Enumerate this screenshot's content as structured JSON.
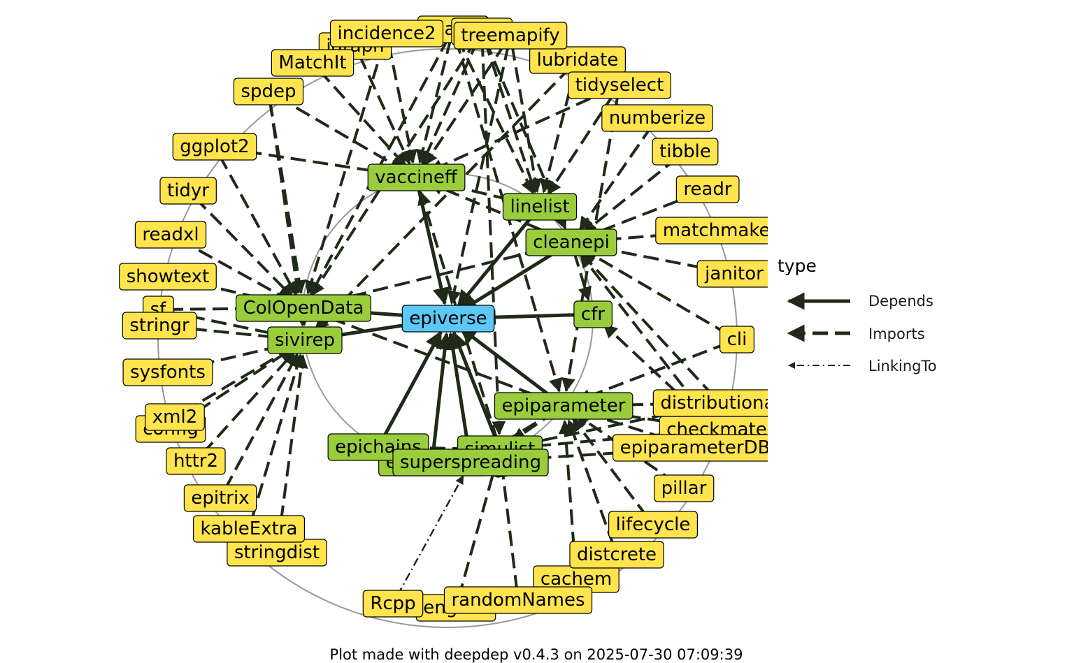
{
  "caption": "Plot made with deepdep v0.4.3 on 2025-07-30 07:09:39",
  "colors": {
    "root": "#5bc8f5",
    "level1": "#9acd3c",
    "level2": "#ffe44d",
    "edge": "#1f2a18",
    "ring": "#999999"
  },
  "legend": {
    "title": "type",
    "items": [
      {
        "label": "Depends",
        "style": "solid"
      },
      {
        "label": "Imports",
        "style": "dashed"
      },
      {
        "label": "LinkingTo",
        "style": "dotdash"
      }
    ]
  },
  "nodes": [
    {
      "id": "epiverse",
      "label": "epiverse",
      "level": "root"
    },
    {
      "id": "vaccineff",
      "label": "vaccineff",
      "level": "level1"
    },
    {
      "id": "linelist",
      "label": "linelist",
      "level": "level1"
    },
    {
      "id": "cleanepi",
      "label": "cleanepi",
      "level": "level1"
    },
    {
      "id": "cfr",
      "label": "cfr",
      "level": "level1"
    },
    {
      "id": "ColOpenData",
      "label": "ColOpenData",
      "level": "level1"
    },
    {
      "id": "sivirep",
      "label": "sivirep",
      "level": "level1"
    },
    {
      "id": "epiparameter",
      "label": "epiparameter",
      "level": "level1"
    },
    {
      "id": "simulist",
      "label": "simulist",
      "level": "level1"
    },
    {
      "id": "epichains",
      "label": "epichains",
      "level": "level1"
    },
    {
      "id": "epidemics",
      "label": "epidemics",
      "level": "level1"
    },
    {
      "id": "superspreading",
      "label": "superspreading",
      "level": "level1"
    },
    {
      "id": "incidence2",
      "label": "incidence2",
      "level": "level2"
    },
    {
      "id": "igraph",
      "label": "igraph",
      "level": "level2"
    },
    {
      "id": "scales",
      "label": "scales",
      "level": "level2"
    },
    {
      "id": "dplyr",
      "label": "dplyr",
      "level": "level2"
    },
    {
      "id": "treemapify",
      "label": "treemapify",
      "level": "level2"
    },
    {
      "id": "lubridate",
      "label": "lubridate",
      "level": "level2"
    },
    {
      "id": "MatchIt",
      "label": "MatchIt",
      "level": "level2"
    },
    {
      "id": "tidyselect",
      "label": "tidyselect",
      "level": "level2"
    },
    {
      "id": "spdep",
      "label": "spdep",
      "level": "level2"
    },
    {
      "id": "numberize",
      "label": "numberize",
      "level": "level2"
    },
    {
      "id": "ggplot2",
      "label": "ggplot2",
      "level": "level2"
    },
    {
      "id": "tibble",
      "label": "tibble",
      "level": "level2"
    },
    {
      "id": "tidyr",
      "label": "tidyr",
      "level": "level2"
    },
    {
      "id": "readr",
      "label": "readr",
      "level": "level2"
    },
    {
      "id": "readxl",
      "label": "readxl",
      "level": "level2"
    },
    {
      "id": "matchmaker",
      "label": "matchmaker",
      "level": "level2"
    },
    {
      "id": "showtext",
      "label": "showtext",
      "level": "level2"
    },
    {
      "id": "janitor",
      "label": "janitor",
      "level": "level2"
    },
    {
      "id": "sf",
      "label": "sf",
      "level": "level2"
    },
    {
      "id": "stringr",
      "label": "stringr",
      "level": "level2"
    },
    {
      "id": "cli",
      "label": "cli",
      "level": "level2"
    },
    {
      "id": "sysfonts",
      "label": "sysfonts",
      "level": "level2"
    },
    {
      "id": "distributional",
      "label": "distributional",
      "level": "level2"
    },
    {
      "id": "config",
      "label": "config",
      "level": "level2"
    },
    {
      "id": "xml2",
      "label": "xml2",
      "level": "level2"
    },
    {
      "id": "checkmate",
      "label": "checkmate",
      "level": "level2"
    },
    {
      "id": "epiparameterDB",
      "label": "epiparameterDB",
      "level": "level2"
    },
    {
      "id": "httr2",
      "label": "httr2",
      "level": "level2"
    },
    {
      "id": "pillar",
      "label": "pillar",
      "level": "level2"
    },
    {
      "id": "epitrix",
      "label": "epitrix",
      "level": "level2"
    },
    {
      "id": "lifecycle",
      "label": "lifecycle",
      "level": "level2"
    },
    {
      "id": "kableExtra",
      "label": "kableExtra",
      "level": "level2"
    },
    {
      "id": "stringdist",
      "label": "stringdist",
      "level": "level2"
    },
    {
      "id": "distcrete",
      "label": "distcrete",
      "level": "level2"
    },
    {
      "id": "cachem",
      "label": "cachem",
      "level": "level2"
    },
    {
      "id": "Rcpp",
      "label": "Rcpp",
      "level": "level2"
    },
    {
      "id": "english",
      "label": "english",
      "level": "level2"
    },
    {
      "id": "randomNames",
      "label": "randomNames",
      "level": "level2"
    }
  ],
  "edges": [
    {
      "from": "vaccineff",
      "to": "epiverse",
      "type": "Depends"
    },
    {
      "from": "linelist",
      "to": "epiverse",
      "type": "Depends"
    },
    {
      "from": "cleanepi",
      "to": "epiverse",
      "type": "Depends"
    },
    {
      "from": "cfr",
      "to": "epiverse",
      "type": "Depends"
    },
    {
      "from": "ColOpenData",
      "to": "epiverse",
      "type": "Depends"
    },
    {
      "from": "sivirep",
      "to": "epiverse",
      "type": "Depends"
    },
    {
      "from": "epiparameter",
      "to": "epiverse",
      "type": "Depends"
    },
    {
      "from": "simulist",
      "to": "epiverse",
      "type": "Depends"
    },
    {
      "from": "epichains",
      "to": "epiverse",
      "type": "Depends"
    },
    {
      "from": "epidemics",
      "to": "epiverse",
      "type": "Depends"
    },
    {
      "from": "superspreading",
      "to": "epiverse",
      "type": "Depends"
    },
    {
      "from": "linelist",
      "to": "vaccineff",
      "type": "Imports"
    },
    {
      "from": "cleanepi",
      "to": "vaccineff",
      "type": "Imports"
    },
    {
      "from": "simulist",
      "to": "vaccineff",
      "type": "Imports"
    },
    {
      "from": "ColOpenData",
      "to": "sivirep",
      "type": "Imports"
    },
    {
      "from": "cleanepi",
      "to": "ColOpenData",
      "type": "Imports"
    },
    {
      "from": "epiparameter",
      "to": "ColOpenData",
      "type": "Imports"
    },
    {
      "from": "cleanepi",
      "to": "cfr",
      "type": "Imports"
    },
    {
      "from": "epiparameter",
      "to": "simulist",
      "type": "Imports"
    },
    {
      "from": "epiparameter",
      "to": "superspreading",
      "type": "Imports"
    },
    {
      "from": "simulist",
      "to": "epichains",
      "type": "Imports"
    },
    {
      "from": "incidence2",
      "to": "vaccineff",
      "type": "Imports"
    },
    {
      "from": "igraph",
      "to": "vaccineff",
      "type": "Imports"
    },
    {
      "from": "scales",
      "to": "vaccineff",
      "type": "Imports"
    },
    {
      "from": "dplyr",
      "to": "vaccineff",
      "type": "Imports"
    },
    {
      "from": "treemapify",
      "to": "vaccineff",
      "type": "Imports"
    },
    {
      "from": "MatchIt",
      "to": "vaccineff",
      "type": "Imports"
    },
    {
      "from": "spdep",
      "to": "vaccineff",
      "type": "Imports"
    },
    {
      "from": "ggplot2",
      "to": "vaccineff",
      "type": "Imports"
    },
    {
      "from": "tidyselect",
      "to": "vaccineff",
      "type": "Imports"
    },
    {
      "from": "lubridate",
      "to": "linelist",
      "type": "Imports"
    },
    {
      "from": "dplyr",
      "to": "linelist",
      "type": "Imports"
    },
    {
      "from": "tidyselect",
      "to": "linelist",
      "type": "Imports"
    },
    {
      "from": "scales",
      "to": "linelist",
      "type": "Imports"
    },
    {
      "from": "numberize",
      "to": "cleanepi",
      "type": "Imports"
    },
    {
      "from": "tibble",
      "to": "cleanepi",
      "type": "Imports"
    },
    {
      "from": "readr",
      "to": "cleanepi",
      "type": "Imports"
    },
    {
      "from": "matchmaker",
      "to": "cleanepi",
      "type": "Imports"
    },
    {
      "from": "janitor",
      "to": "cleanepi",
      "type": "Imports"
    },
    {
      "from": "dplyr",
      "to": "cleanepi",
      "type": "Imports"
    },
    {
      "from": "distributional",
      "to": "cleanepi",
      "type": "Imports"
    },
    {
      "from": "checkmate",
      "to": "cleanepi",
      "type": "Imports"
    },
    {
      "from": "dplyr",
      "to": "ColOpenData",
      "type": "Imports"
    },
    {
      "from": "scales",
      "to": "ColOpenData",
      "type": "Imports"
    },
    {
      "from": "incidence2",
      "to": "ColOpenData",
      "type": "Imports"
    },
    {
      "from": "spdep",
      "to": "ColOpenData",
      "type": "Imports"
    },
    {
      "from": "ggplot2",
      "to": "ColOpenData",
      "type": "Imports"
    },
    {
      "from": "tidyr",
      "to": "ColOpenData",
      "type": "Imports"
    },
    {
      "from": "readxl",
      "to": "ColOpenData",
      "type": "Imports"
    },
    {
      "from": "showtext",
      "to": "ColOpenData",
      "type": "Imports"
    },
    {
      "from": "sf",
      "to": "ColOpenData",
      "type": "Imports"
    },
    {
      "from": "stringr",
      "to": "sivirep",
      "type": "Imports"
    },
    {
      "from": "sf",
      "to": "sivirep",
      "type": "Imports"
    },
    {
      "from": "sysfonts",
      "to": "sivirep",
      "type": "Imports"
    },
    {
      "from": "config",
      "to": "sivirep",
      "type": "Imports"
    },
    {
      "from": "xml2",
      "to": "sivirep",
      "type": "Imports"
    },
    {
      "from": "httr2",
      "to": "sivirep",
      "type": "Imports"
    },
    {
      "from": "epitrix",
      "to": "sivirep",
      "type": "Imports"
    },
    {
      "from": "kableExtra",
      "to": "sivirep",
      "type": "Imports"
    },
    {
      "from": "stringdist",
      "to": "sivirep",
      "type": "Imports"
    },
    {
      "from": "spdep",
      "to": "sivirep",
      "type": "Imports"
    },
    {
      "from": "cli",
      "to": "epiparameter",
      "type": "Imports"
    },
    {
      "from": "distributional",
      "to": "epiparameter",
      "type": "Imports"
    },
    {
      "from": "checkmate",
      "to": "epiparameter",
      "type": "Imports"
    },
    {
      "from": "epiparameterDB",
      "to": "epiparameter",
      "type": "Imports"
    },
    {
      "from": "pillar",
      "to": "epiparameter",
      "type": "Imports"
    },
    {
      "from": "lifecycle",
      "to": "epiparameter",
      "type": "Imports"
    },
    {
      "from": "distcrete",
      "to": "epiparameter",
      "type": "Imports"
    },
    {
      "from": "cachem",
      "to": "epiparameter",
      "type": "Imports"
    },
    {
      "from": "tidyselect",
      "to": "epiparameter",
      "type": "Imports"
    },
    {
      "from": "cli",
      "to": "cleanepi",
      "type": "Imports"
    },
    {
      "from": "checkmate",
      "to": "cfr",
      "type": "Imports"
    },
    {
      "from": "distributional",
      "to": "simulist",
      "type": "Imports"
    },
    {
      "from": "checkmate",
      "to": "simulist",
      "type": "Imports"
    },
    {
      "from": "epiparameterDB",
      "to": "superspreading",
      "type": "Imports"
    },
    {
      "from": "randomNames",
      "to": "simulist",
      "type": "Imports"
    },
    {
      "from": "english",
      "to": "simulist",
      "type": "Imports"
    },
    {
      "from": "Rcpp",
      "to": "superspreading",
      "type": "LinkingTo"
    },
    {
      "from": "scales",
      "to": "epiparameter",
      "type": "Imports"
    },
    {
      "from": "treemapify",
      "to": "linelist",
      "type": "Imports"
    },
    {
      "from": "treemapify",
      "to": "epiverse",
      "type": "Imports"
    },
    {
      "from": "dplyr",
      "to": "simulist",
      "type": "Imports"
    },
    {
      "from": "lubridate",
      "to": "sivirep",
      "type": "Imports"
    }
  ]
}
